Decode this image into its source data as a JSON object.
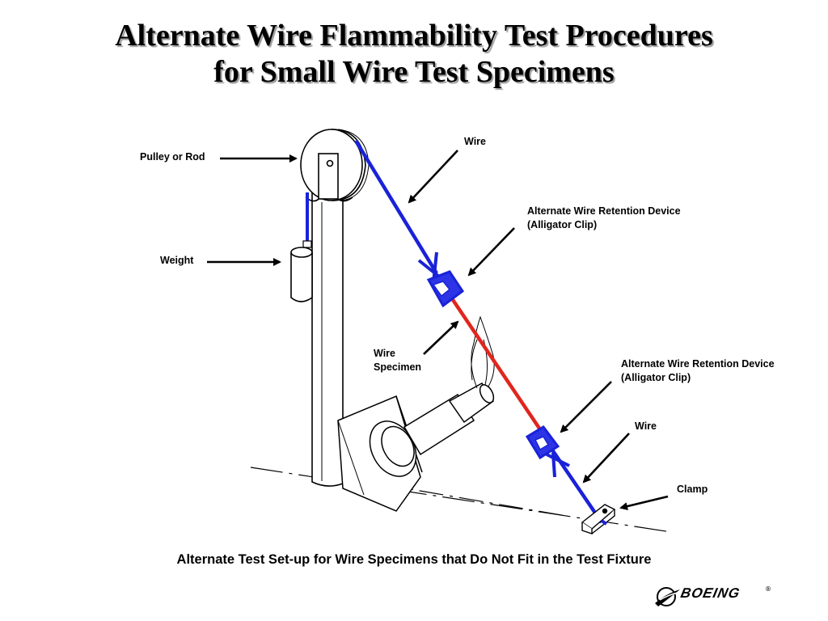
{
  "title": {
    "line1": "Alternate Wire Flammability Test Procedures",
    "line2": "for Small Wire Test Specimens"
  },
  "labels": {
    "pulley": "Pulley or Rod",
    "weight": "Weight",
    "wire_top": "Wire",
    "clip_top_line1": "Alternate Wire Retention Device",
    "clip_top_line2": "(Alligator Clip)",
    "specimen_line1": "Wire",
    "specimen_line2": "Specimen",
    "clip_bottom_line1": "Alternate Wire Retention Device",
    "clip_bottom_line2": "(Alligator Clip)",
    "wire_bottom": "Wire",
    "clamp": "Clamp"
  },
  "caption": "Alternate Test Set-up for Wire Specimens that Do Not Fit in the Test Fixture",
  "logo": {
    "text": "BOEING",
    "mark": "®"
  },
  "colors": {
    "wire": "#1a22d8",
    "specimen": "#e0261e",
    "outline": "#000000"
  }
}
